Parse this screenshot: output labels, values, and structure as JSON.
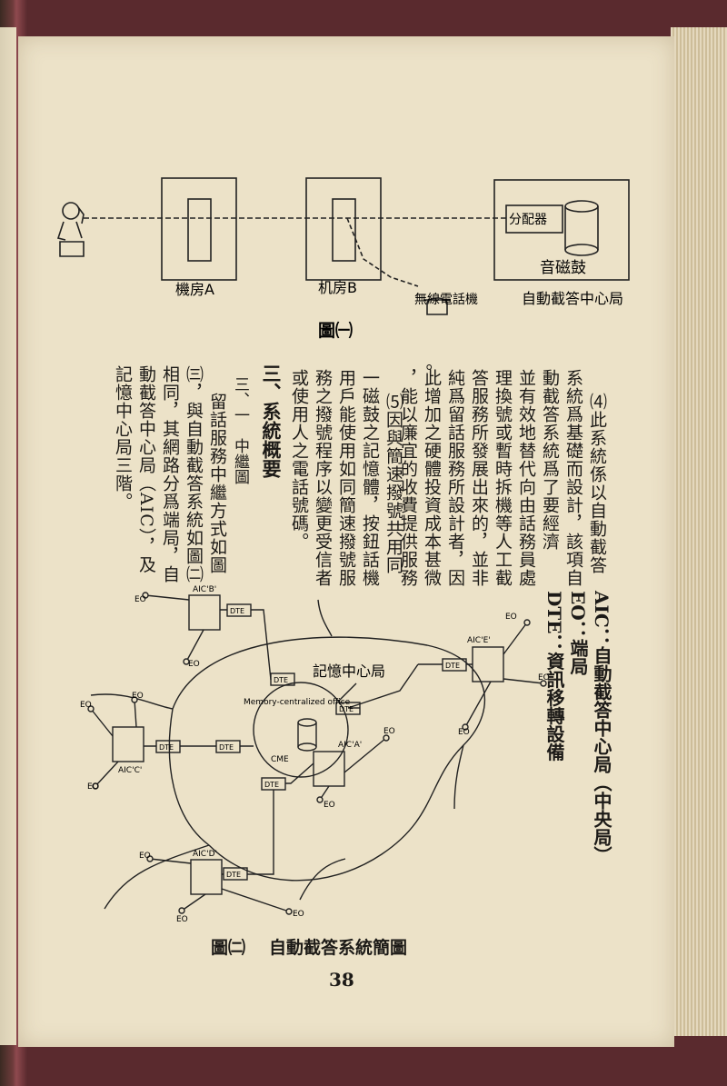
{
  "figure1": {
    "label_machine_room_a": "機房A",
    "label_machine_room_b": "机房B",
    "label_wireless_phone": "無線電話機",
    "label_aic": "自動截答中心局",
    "label_distributor": "分配器",
    "label_drum": "音磁鼓",
    "caption": "圖㈠"
  },
  "para4": {
    "col1": "⑷此系統係以自動截答",
    "col2": "系統爲基礎而設計，該項自",
    "col3": "動截答系統爲了要經濟",
    "col4": "並有效地替代向由話務員處",
    "col5": "理換號或暫時拆機等人工截",
    "col6": "答服務所發展出來的，並非",
    "col7": "純爲留話服務所設計者，因",
    "col8": "此增加之硬體投資成本甚微",
    "col9": "，能以廉宜的收費提供服務",
    "col10": "。"
  },
  "para5": {
    "col1": "⑸因與簡速撥號共用同",
    "col2": "一磁鼓之記憶體，按鈕話機",
    "col3": "用戶能使用如同簡速撥號服",
    "col4": "務之撥號程序以變更受信者",
    "col5": "或使用人之電話號碼。"
  },
  "section3": {
    "heading": "三、系統概要",
    "subheading": "三、一　中繼圖",
    "col1": "留話服務中繼方式如圖",
    "col2": "㈢，與自動截答系統如圖㈡",
    "col3": "相同，其網路分爲端局，自",
    "col4": "動截答中心局（AIC），及",
    "col5": "記憶中心局三階。"
  },
  "legend": {
    "aic": "AIC：自動截答中心局（中央局）",
    "eo": "EO：端局",
    "dte": "DTE：資訊移轉設備"
  },
  "figure2": {
    "memory_office": "Memory-centralized office",
    "memory_office_handwritten": "記憶中心局",
    "cme": "CME",
    "aic_a": "AIC'A'",
    "aic_b": "AIC'B'",
    "aic_c": "AIC'C'",
    "aic_d": "AIC'D'",
    "aic_e": "AIC'E'",
    "eo": "EO",
    "dte": "DTE",
    "caption_num": "圖㈡",
    "caption_title": "自動截答系統簡圖"
  },
  "page_number": "38"
}
